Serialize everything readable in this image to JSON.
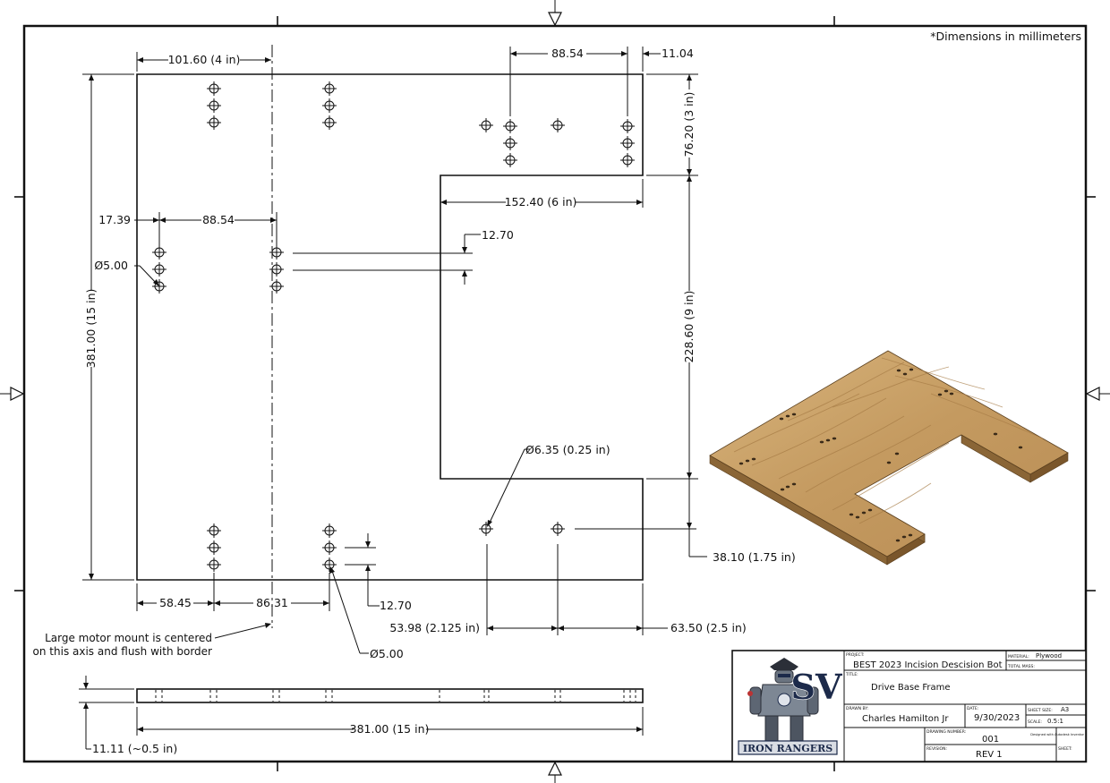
{
  "note": "*Dimensions in millimeters",
  "dimensions": {
    "top_left_101": "101.60 (4 in)",
    "top_88": "88.54",
    "top_11": "11.04",
    "right_76": "76.20 (3 in)",
    "notch_152": "152.40 (6 in)",
    "left_17": "17.39",
    "left_88": "88.54",
    "dia_5_left": "Ø5.00",
    "v_12_70_upper": "12.70",
    "height_381": "381.00 (15 in)",
    "right_228": "228.60 (9 in)",
    "dia_6_35": "Ø6.35 (0.25 in)",
    "bottom_38": "38.10 (1.75 in)",
    "bottom_58": "58.45",
    "bottom_86": "86.31",
    "v_12_70_lower": "12.70",
    "bottom_53": "53.98 (2.125 in)",
    "bottom_63": "63.50 (2.5 in)",
    "dia_5_bottom": "Ø5.00",
    "side_length": "381.00 (15 in)",
    "side_thickness": "11.11 (~0.5 in)"
  },
  "annotation": {
    "line1": "Large motor mount is centered",
    "line2": "on this axis and flush with border"
  },
  "title_block": {
    "project_label": "PROJECT:",
    "project": "BEST 2023 Incision Descision Bot",
    "material_label": "MATERIAL:",
    "material": "Plywood",
    "mass_label": "TOTAL MASS:",
    "mass": "",
    "title_label": "TITLE:",
    "title": "Drive Base Frame",
    "drawn_by_label": "DRAWN BY:",
    "drawn_by": "Charles Hamilton Jr",
    "date_label": "DATE:",
    "date": "9/30/2023",
    "sheet_size_label": "SHEET SIZE:",
    "sheet_size": "A3",
    "scale_label": "SCALE:",
    "scale": "0.5:1",
    "drawing_number_label": "DRAWING NUMBER:",
    "drawing_number": "001",
    "revision_label": "REVISION:",
    "revision": "REV 1",
    "sheet_label": "SHEET:",
    "sheet": "",
    "designed_with": "Designed with Autodesk Inventor"
  },
  "logo": {
    "monogram": "SV",
    "team": "IRON RANGERS"
  },
  "colors": {
    "wood_top": "#c9a26a",
    "wood_edge": "#8a6536",
    "ink": "#111111",
    "logo_navy": "#1c2a4a"
  }
}
